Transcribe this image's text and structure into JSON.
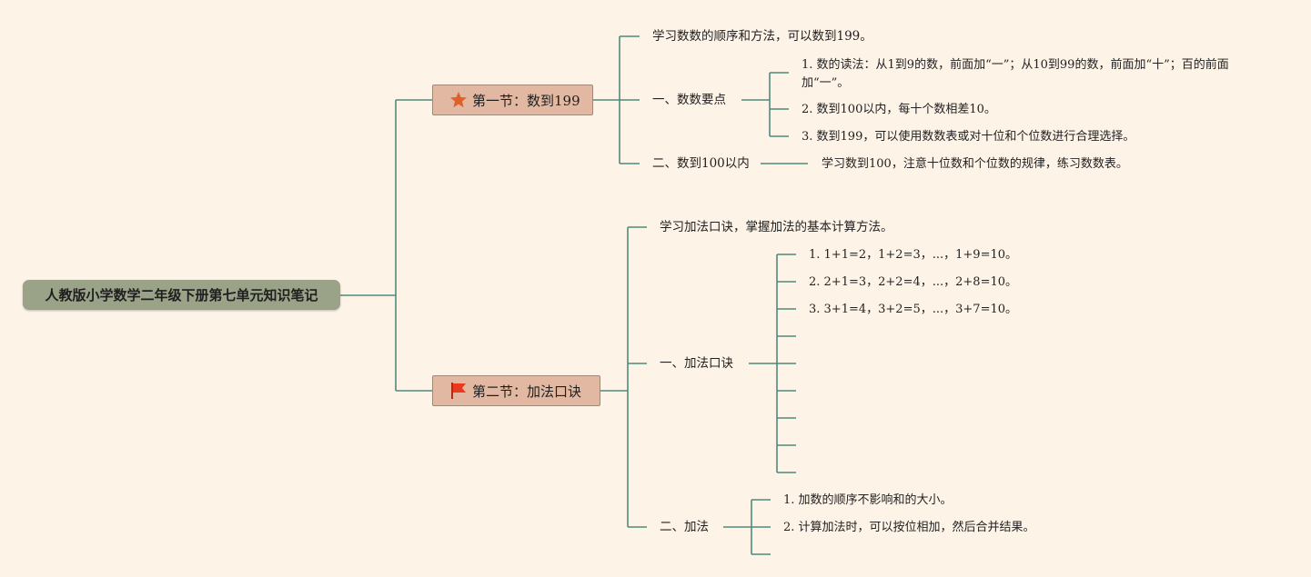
{
  "root": {
    "title": "人教版小学数学二年级下册第七单元知识笔记"
  },
  "section1": {
    "title": "第一节：数到199",
    "icon": "star-icon",
    "intro": "学习数数的顺序和方法，可以数到199。",
    "topic1": {
      "label": "一、数数要点",
      "items": [
        "1. 数的读法：从1到9的数，前面加“一”；从10到99的数，前面加“十”；百的前面加“一”。",
        "2. 数到100以内，每十个数相差10。",
        "3. 数到199，可以使用数数表或对十位和个位数进行合理选择。"
      ]
    },
    "topic2": {
      "label": "二、数到100以内",
      "detail": "学习数到100，注意十位数和个位数的规律，练习数数表。"
    }
  },
  "section2": {
    "title": "第二节：加法口诀",
    "icon": "flag-icon",
    "intro": "学习加法口诀，掌握加法的基本计算方法。",
    "topic1": {
      "label": "一、加法口诀",
      "items": [
        "1. 1+1=2，1+2=3，...，1+9=10。",
        "2. 2+1=3，2+2=4，...，2+8=10。",
        "3. 3+1=4，3+2=5，...，3+7=10。"
      ]
    },
    "topic2": {
      "label": "二、加法",
      "items": [
        "1. 加数的顺序不影响和的大小。",
        "2. 计算加法时，可以按位相加，然后合并结果。"
      ]
    }
  },
  "colors": {
    "background": "#fdf3e7",
    "root_fill": "#9aa287",
    "section_fill": "#e2b8a2",
    "connector": "#4f8a7c",
    "star": "#e0602a",
    "flag": "#e83a1c"
  }
}
